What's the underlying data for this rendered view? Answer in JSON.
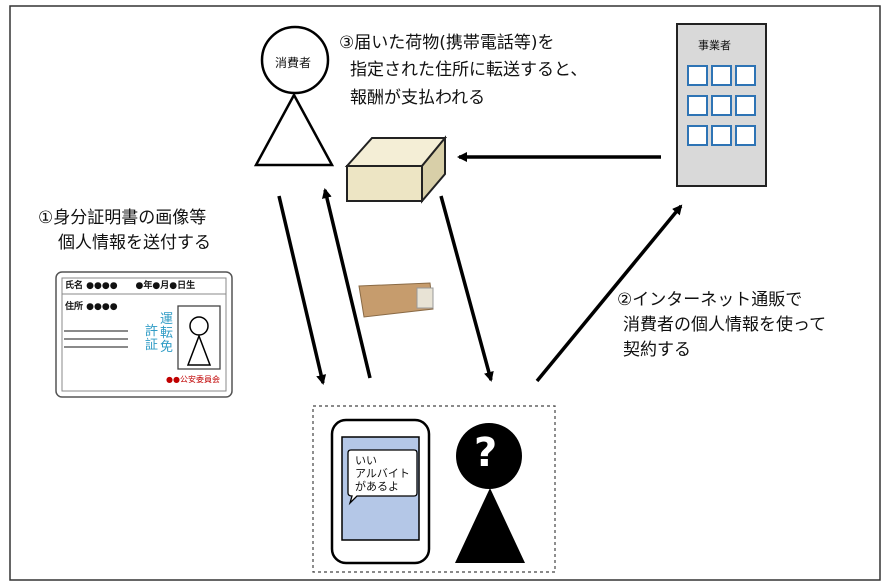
{
  "consumer": {
    "label": "消費者"
  },
  "business": {
    "label": "事業者"
  },
  "step1": {
    "line1": "①身分証明書の画像等",
    "line2": "個人情報を送付する"
  },
  "step2": {
    "line1": "②インターネット通販で",
    "line2": "消費者の個人情報を使って",
    "line3": "契約する"
  },
  "step3": {
    "line1": "③届いた荷物(携帯電話等)を",
    "line2": "指定された住所に転送すると、",
    "line3": "報酬が支払われる"
  },
  "license": {
    "name_row": "氏名 ●●●●　　●年●月●日生",
    "address_row": "住所 ●●●●",
    "vertical_text_1": "運転免",
    "vertical_text_2": "許証",
    "issuer": "●●公安委員会"
  },
  "suspect": {
    "symbol": "?"
  },
  "phone_bubble": {
    "line1": "いい",
    "line2": "アルバイト",
    "line3": "があるよ"
  },
  "colors": {
    "building_fill": "#d9d9d9",
    "building_window_stroke": "#2e74b5",
    "phone_screen": "#b4c7e7",
    "license_text": "#2e9bc5",
    "issuer_text": "#c00000",
    "box_fill": "#ede5c4"
  }
}
